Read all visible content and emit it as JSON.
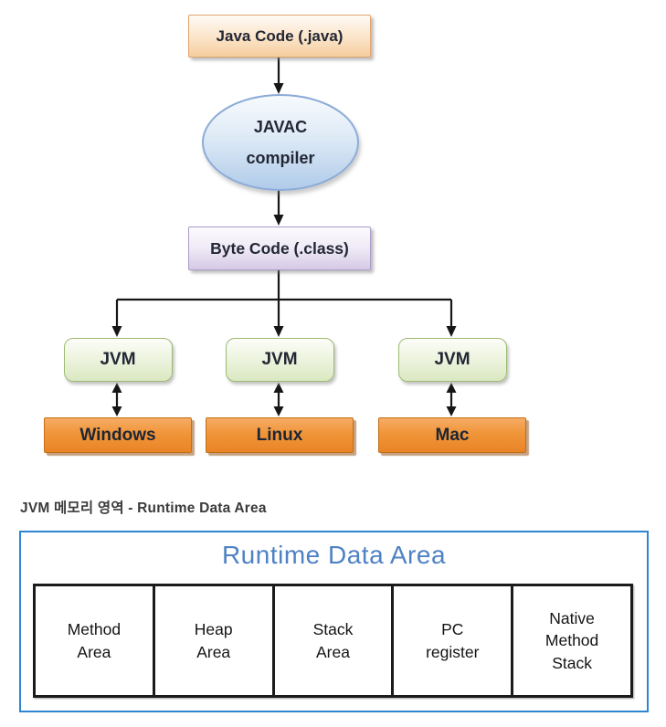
{
  "diagram": {
    "nodes": {
      "java_code": {
        "label": "Java Code (.java)"
      },
      "javac": {
        "label": "JAVAC\ncompiler"
      },
      "byte_code": {
        "label": "Byte Code (.class)"
      },
      "jvm_1": {
        "label": "JVM"
      },
      "jvm_2": {
        "label": "JVM"
      },
      "jvm_3": {
        "label": "JVM"
      },
      "os_windows": {
        "label": "Windows"
      },
      "os_linux": {
        "label": "Linux"
      },
      "os_mac": {
        "label": "Mac"
      }
    },
    "colors": {
      "java_box_border": "#e0a46e",
      "javac_ellipse_border": "#8cabd7",
      "byte_box_border": "#ab9cc9",
      "jvm_box_border": "#9cbb72",
      "os_box_fill": "#f09539",
      "arrow": "#161616"
    }
  },
  "section": {
    "heading": "JVM 메모리 영역 - Runtime Data Area",
    "runtime_box": {
      "title": "Runtime Data Area",
      "title_color": "#4e82c4",
      "border_color": "#2e86d3",
      "cells": [
        {
          "label": "Method\nArea"
        },
        {
          "label": "Heap\nArea"
        },
        {
          "label": "Stack\nArea"
        },
        {
          "label": "PC\nregister"
        },
        {
          "label": "Native\nMethod\nStack"
        }
      ]
    }
  }
}
